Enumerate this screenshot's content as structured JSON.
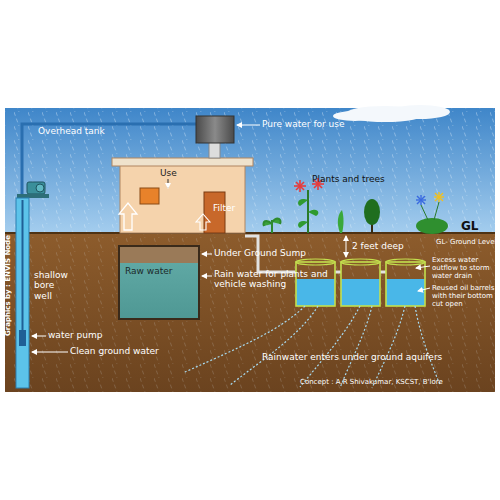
{
  "diagram": {
    "nodes": [
      {
        "text": [
          "Raw water"
        ]
      }
    ],
    "labels": [
      "Overhead tank",
      "Pure water for use",
      "Use",
      "Plants and trees",
      "GL",
      "Filter",
      "Under Ground Sump",
      "Rain water for plants and vehicle washing",
      "shallow bore well",
      "2 feet deep",
      "GL- Ground Level",
      "Excess water outflow to storm water drain",
      "Reused oil barrels with their bottom cut open",
      "water pump",
      "Clean ground water",
      "Rainwater enters under ground aquifers",
      "Graphics by : ENVIS Node",
      "Concept : A.R Shivakumar, KSCST, B'lore"
    ]
  }
}
